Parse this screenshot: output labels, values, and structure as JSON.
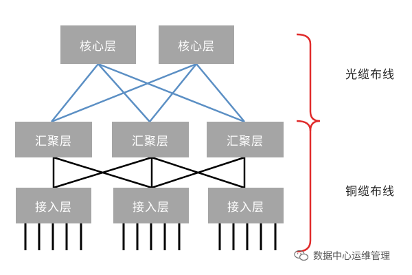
{
  "layers": {
    "core": [
      "核心层",
      "核心层"
    ],
    "aggregation": [
      "汇聚层",
      "汇聚层",
      "汇聚层"
    ],
    "access": [
      "接入层",
      "接入层",
      "接入层"
    ]
  },
  "cabling": {
    "fiber": "光缆布线",
    "copper": "铜缆布线"
  },
  "colors": {
    "box": "#a5a5a5",
    "fiber_link": "#5b8fc4",
    "copper_link": "#000000",
    "bracket": "#e02b2b"
  },
  "watermark": {
    "icon": "wechat-icon",
    "text": "数据中心运维管理"
  }
}
